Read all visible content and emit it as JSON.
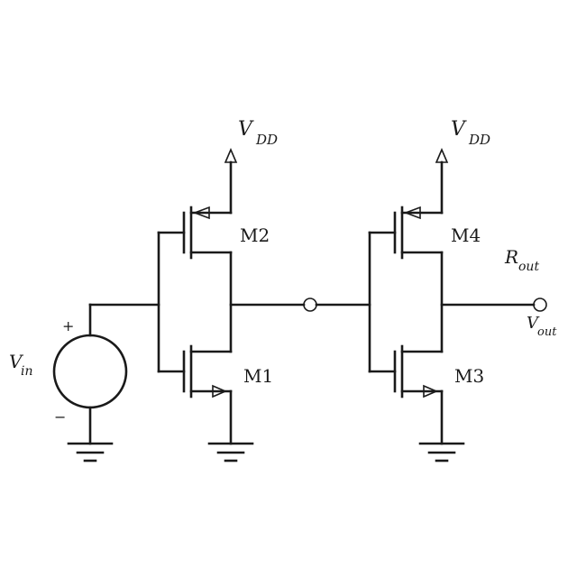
{
  "labels": {
    "vdd_left_main": "V",
    "vdd_left_sub": "DD",
    "vdd_right_main": "V",
    "vdd_right_sub": "DD",
    "m2": "M2",
    "m1": "M1",
    "m4": "M4",
    "m3": "M3",
    "rout_main": "R",
    "rout_sub": "out",
    "vout_main": "V",
    "vout_sub": "out",
    "vin_main": "V",
    "vin_sub": "in",
    "plus": "+",
    "minus": "−"
  },
  "colors": {
    "ink": "#1a1a1a",
    "background": "#ffffff"
  }
}
